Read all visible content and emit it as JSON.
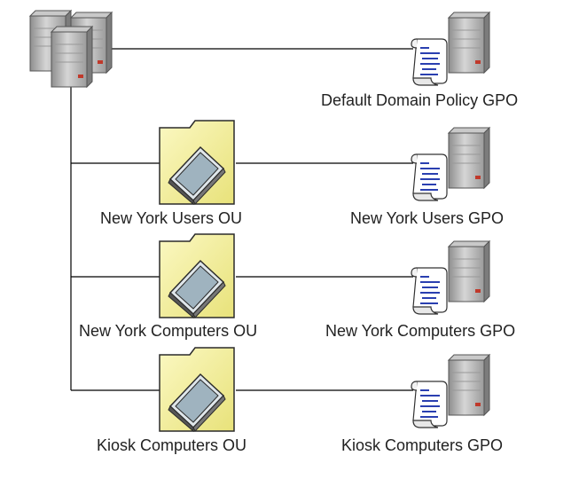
{
  "domain_icon": "server-cluster-icon",
  "policy_icon": "policy-server-icon",
  "ou_icon": "ou-folder-icon",
  "colors": {
    "line": "#000000",
    "folder_fill": "#f2ee9a",
    "folder_edge": "#2b2b2b",
    "server_gray": "#b8b8b8",
    "scroll_text": "#2a3fb0"
  },
  "gpos": {
    "default": "Default Domain Policy GPO",
    "ny_users": "New York Users GPO",
    "ny_computers": "New York Computers GPO",
    "kiosk": "Kiosk Computers GPO"
  },
  "ous": {
    "ny_users": "New York Users OU",
    "ny_computers": "New York Computers OU",
    "kiosk": "Kiosk Computers OU"
  }
}
